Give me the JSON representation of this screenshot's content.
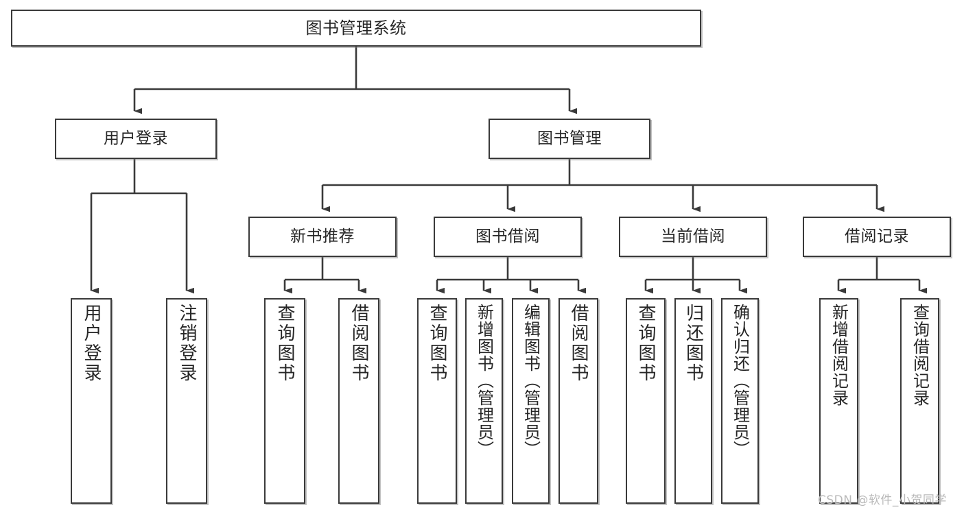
{
  "diagram": {
    "title": "图书管理系统",
    "type": "tree",
    "stroke_color": "#3a3a3a",
    "fill_color": "#ffffff",
    "text_color": "#262626",
    "watermark": "CSDN @软件_小贺同学",
    "levels": {
      "root": {
        "label": "图书管理系统"
      },
      "level1": [
        {
          "label": "用户登录"
        },
        {
          "label": "图书管理"
        }
      ],
      "level2": [
        {
          "label": "新书推荐"
        },
        {
          "label": "图书借阅"
        },
        {
          "label": "当前借阅"
        },
        {
          "label": "借阅记录"
        }
      ],
      "leaves": {
        "user_login": [
          {
            "label": "用户登录"
          },
          {
            "label": "注销登录"
          }
        ],
        "new_book_recommend": [
          {
            "label": "查询图书"
          },
          {
            "label": "借阅图书"
          }
        ],
        "book_borrow": [
          {
            "label": "查询图书"
          },
          {
            "label": "新增图书（管理员）"
          },
          {
            "label": "编辑图书（管理员）"
          },
          {
            "label": "借阅图书"
          }
        ],
        "current_borrow": [
          {
            "label": "查询图书"
          },
          {
            "label": "归还图书"
          },
          {
            "label": "确认归还（管理员）"
          }
        ],
        "borrow_record": [
          {
            "label": "新增借阅记录"
          },
          {
            "label": "查询借阅记录"
          }
        ]
      }
    }
  }
}
